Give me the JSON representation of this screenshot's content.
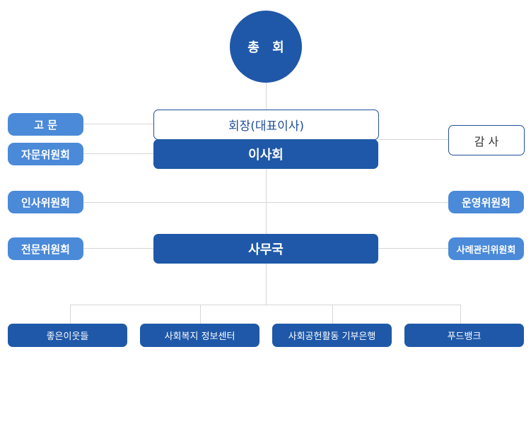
{
  "top": {
    "general_assembly": "총 회"
  },
  "center": {
    "chairman": "회장(대표이사)",
    "board": "이사회",
    "secretariat": "사무국"
  },
  "left": {
    "advisor": "고 문",
    "advisory_committee": "자문위원회",
    "hr_committee": "인사위원회",
    "expert_committee": "전문위원회"
  },
  "right": {
    "auditor": "감 사",
    "operations_committee": "운영위원회",
    "case_committee": "사례관리위원회"
  },
  "bottom": {
    "items": [
      "좋은이웃들",
      "사회복지 정보센터",
      "사회공헌활동 기부은행",
      "푸드뱅크"
    ]
  }
}
